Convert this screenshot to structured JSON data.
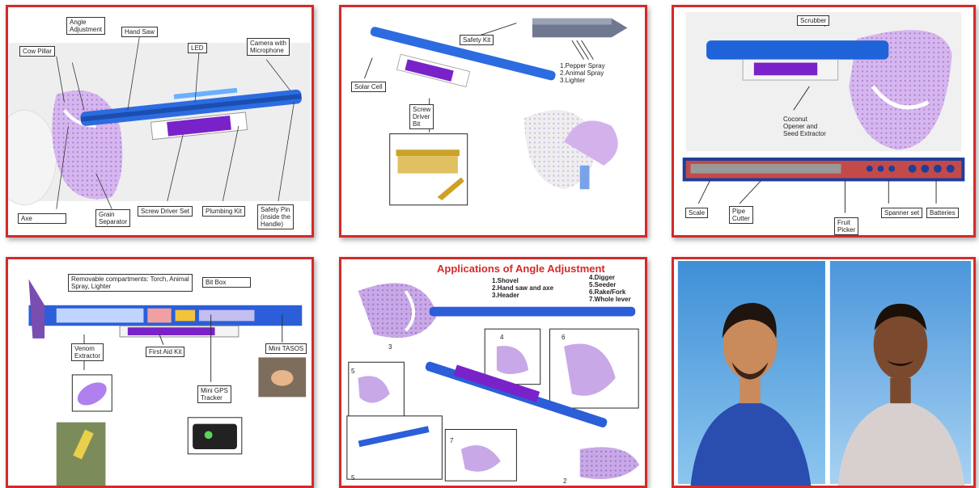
{
  "colors": {
    "frame": "#d42a2a",
    "rod": "#1f63d8",
    "mesh": "#c79be0",
    "body": "#8a2fd0",
    "shirt_left": "#2a4db0",
    "shirt_right": "#d8d0cf"
  },
  "panel1": {
    "labels": {
      "cow_pillar": "Cow Pillar",
      "angle_adjustment": "Angle\nAdjustment",
      "hand_saw": "Hand Saw",
      "led": "LED",
      "camera_with_microphone": "Camera with\nMicrophone",
      "axe": "Axe",
      "grain_separator": "Grain\nSeparator",
      "screw_driver_set": "Screw Driver Set",
      "plumbing_kit": "Plumbing Kit",
      "safety_pin": "Safety Pin\n(inside the\nHandle)"
    }
  },
  "panel2": {
    "labels": {
      "safety_kit": "Safety Kit",
      "solar_cell": "Solar Cell",
      "screw_driver_bit": "Screw\nDriver\nBit",
      "sprays": "1.Pepper Spray\n2.Animal Spray\n3.Lighter"
    }
  },
  "panel3": {
    "labels": {
      "scrubber": "Scrubber",
      "coconut_opener": "Coconut\nOpener and\nSeed Extractor",
      "scale": "Scale",
      "pipe_cutter": "Pipe\nCutter",
      "fruit_picker": "Fruit\nPicker",
      "hammer_set": "Spanner set",
      "batteries": "Batteries"
    }
  },
  "panel4": {
    "labels": {
      "removable_compartments": "Removable compartments: Torch, Animal\nSpray, Lighter",
      "bit_box": "Bit Box",
      "venom_extractor": "Venom\nExtractor",
      "first_aid_kit": "First Aid Kit",
      "mini_gps_tracker": "Mini GPS\nTracker",
      "mini_tasos": "Mini TASOS"
    }
  },
  "panel5": {
    "title": "Applications of Angle Adjustment",
    "apps_left": "1.Shovel\n2.Hand saw and axe\n3.Header",
    "apps_right": "4.Digger\n5.Seeder\n6.Rake/Fork\n7.Whole lever",
    "numbers": [
      "3",
      "4",
      "6",
      "5",
      "5",
      "7",
      "2"
    ]
  },
  "panel6": {
    "people": [
      "person-left",
      "person-right"
    ]
  }
}
